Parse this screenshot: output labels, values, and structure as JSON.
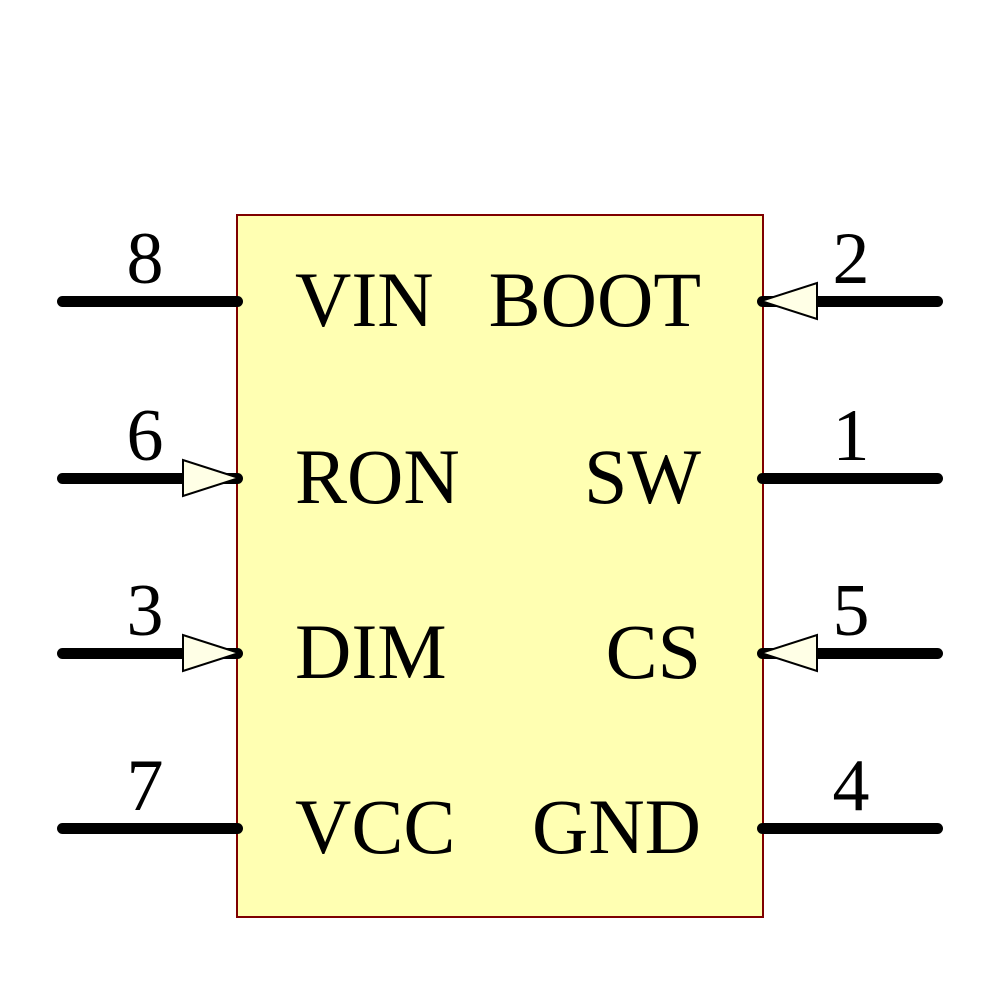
{
  "diagram": {
    "kind": "ic-schematic-symbol",
    "colors": {
      "background": "#FFFFFF",
      "body_fill": "#FFFFB2",
      "body_border": "#7F0000",
      "pin_line": "#000000",
      "arrow_fill": "#FFFFE6",
      "text": "#000000"
    },
    "pins": [
      {
        "number": "8",
        "name": "VIN",
        "side": "left",
        "row": 1,
        "arrow": false
      },
      {
        "number": "6",
        "name": "RON",
        "side": "left",
        "row": 2,
        "arrow": true
      },
      {
        "number": "3",
        "name": "DIM",
        "side": "left",
        "row": 3,
        "arrow": true
      },
      {
        "number": "7",
        "name": "VCC",
        "side": "left",
        "row": 4,
        "arrow": false
      },
      {
        "number": "2",
        "name": "BOOT",
        "side": "right",
        "row": 1,
        "arrow": true
      },
      {
        "number": "1",
        "name": "SW",
        "side": "right",
        "row": 2,
        "arrow": false
      },
      {
        "number": "5",
        "name": "CS",
        "side": "right",
        "row": 3,
        "arrow": true
      },
      {
        "number": "4",
        "name": "GND",
        "side": "right",
        "row": 4,
        "arrow": false
      }
    ]
  }
}
